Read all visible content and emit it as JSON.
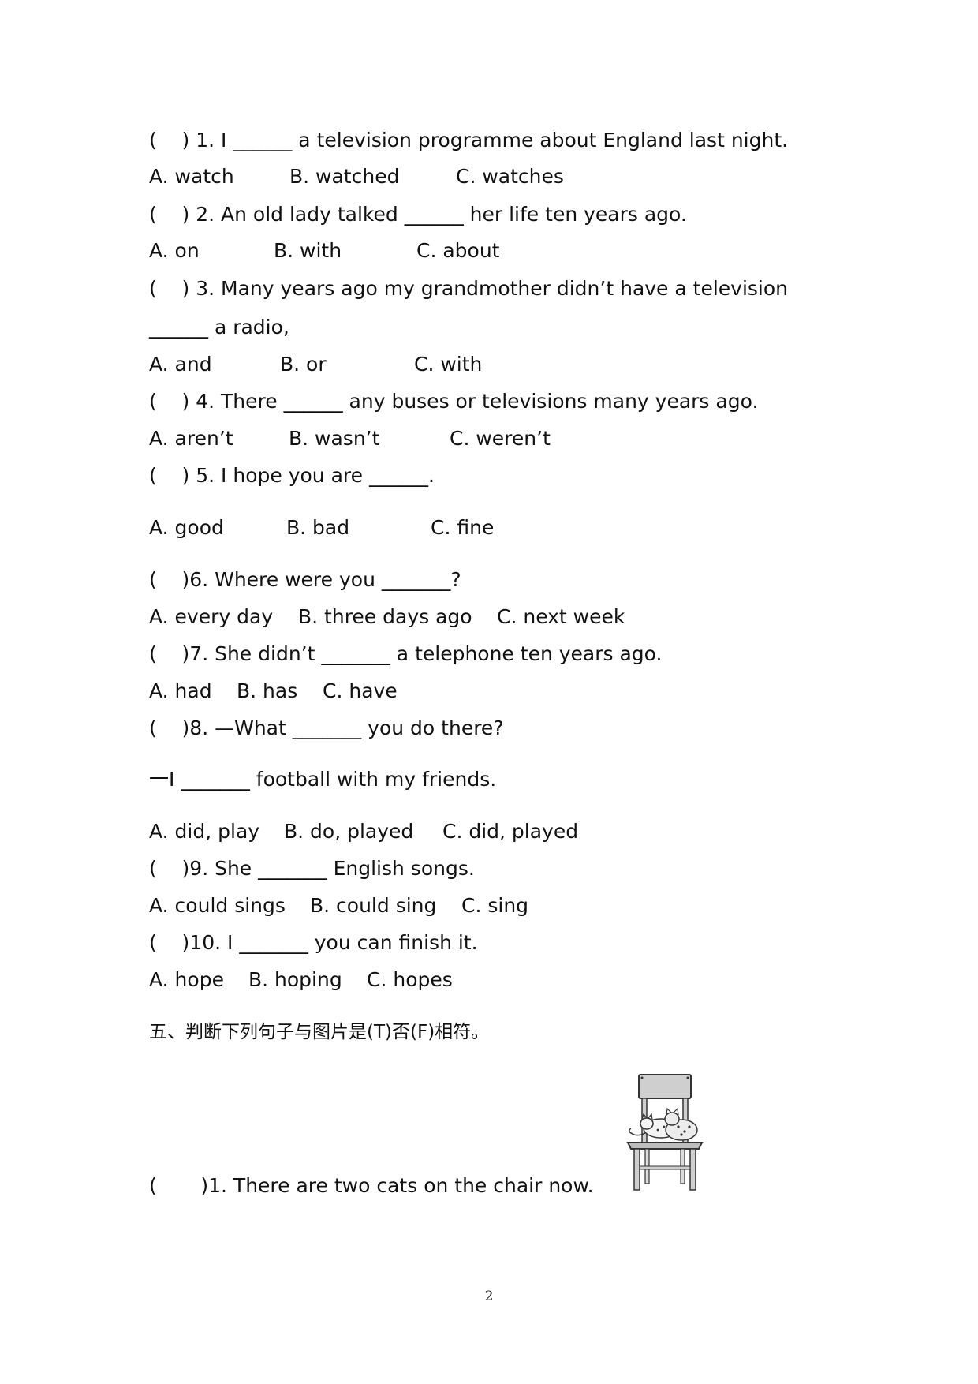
{
  "questions": [
    {
      "stem": "(    ) 1. I ______ a television programme about England last night.",
      "options": [
        "A. watch",
        "B. watched",
        "C. watches"
      ]
    },
    {
      "stem": "(    ) 2. An old lady talked ______ her life ten years ago.",
      "options": [
        "A. on",
        "B. with",
        "C. about"
      ]
    },
    {
      "stem": "(    ) 3. Many years ago my grandmother didn’t have a television",
      "stem2": "______ a radio,",
      "options": [
        "A. and",
        "B. or",
        "C. with"
      ]
    },
    {
      "stem": "(    ) 4. There ______ any buses or televisions many years ago.",
      "options": [
        "A. aren’t",
        "B. wasn’t",
        "C. weren’t"
      ]
    },
    {
      "stem": "(    ) 5. I hope you are ______.",
      "options": [
        "A. good",
        "B. bad",
        "C. fine"
      ]
    },
    {
      "stem": "(    )6. Where were you _______?",
      "options": [
        "A. every day",
        "B. three days ago",
        "C. next week"
      ]
    },
    {
      "stem": "(    )7. She didn’t _______ a telephone ten years ago.",
      "options": [
        "A. had",
        "B. has",
        "C. have"
      ]
    },
    {
      "stem": "(    )8. —What _______ you do there?",
      "stem2": "一I _______ football with my friends.",
      "options": [
        "A. did, play",
        "B. do, played",
        "C. did, played"
      ]
    },
    {
      "stem": "(    )9. She _______ English songs.",
      "options": [
        "A. could sings",
        "B. could sing",
        "C. sing"
      ]
    },
    {
      "stem": "(    )10. I _______ you can finish it.",
      "options": [
        "A. hope",
        "B. hoping",
        "C. hopes"
      ]
    }
  ],
  "section5": {
    "heading": "五、判断下列句子与图片是(T)否(F)相符。",
    "q1": "(       )1. There are two cats on the chair now."
  },
  "page_number": "2"
}
